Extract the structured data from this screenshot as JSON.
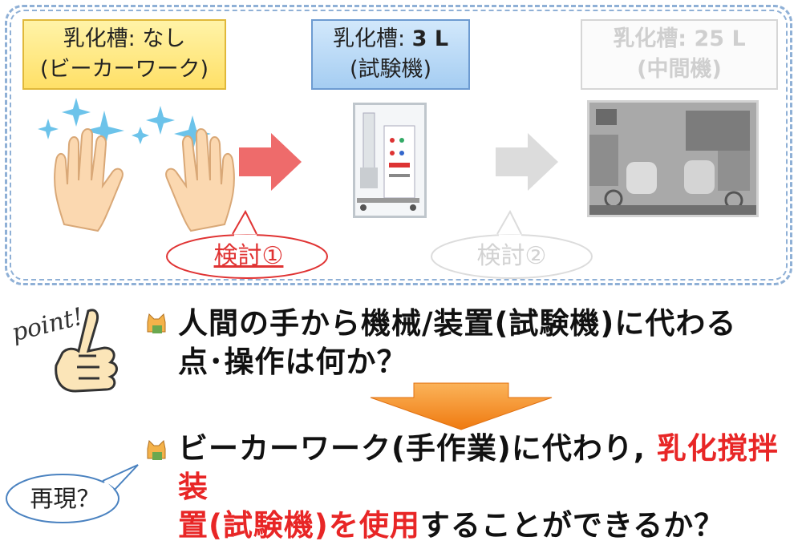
{
  "stages": [
    {
      "line1": "乳化槽: なし",
      "line2": "(ビーカーワーク)"
    },
    {
      "line1_prefix": "乳化槽: ",
      "line1_bold": "3 L",
      "line2": "(試験機)"
    },
    {
      "line1": "乳化槽: 25 L",
      "line2": "(中間機)"
    }
  ],
  "studies": [
    "検討①",
    "検討②"
  ],
  "point_label": "point!",
  "question1": {
    "line1": "人間の手から機械/装置(試験機)に代わる",
    "line2": "点･操作は何か？"
  },
  "question2": {
    "line1_plain": "ビーカーワーク(手作業)に代わり, ",
    "line1_red": "乳化撹拌装",
    "line2_red": "置(試験機)を使用",
    "line2_plain": "することができるか？"
  },
  "speech": "再現？",
  "colors": {
    "active_arrow": "#ee6b6b",
    "inactive_arrow": "#dcdcdc",
    "accent_red": "#e82626",
    "frame": "#8fb0d6",
    "down_arrow": "#f28a1e"
  },
  "icons": [
    "sparkle-icon",
    "hands-icon",
    "right-arrow-icon",
    "cat-icon",
    "pointing-hand-icon",
    "down-arrow-icon"
  ]
}
